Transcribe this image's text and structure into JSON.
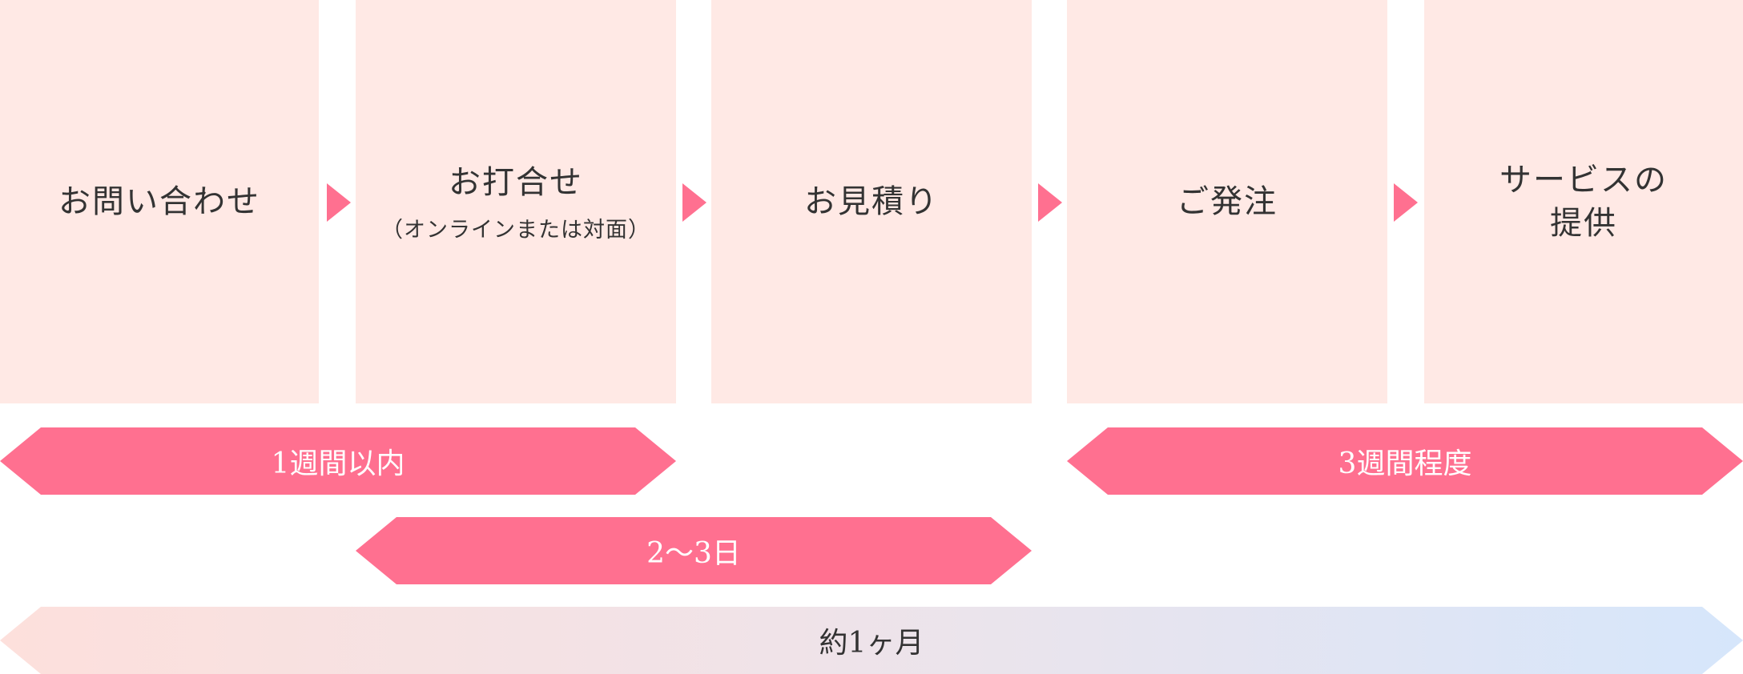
{
  "steps": [
    {
      "title": "お問い合わせ"
    },
    {
      "title": "お打合せ",
      "sub": "（オンラインまたは対面）"
    },
    {
      "title": "お見積り"
    },
    {
      "title": "ご発注"
    },
    {
      "title_line1": "サービスの",
      "title_line2": "提供"
    }
  ],
  "durations": {
    "inquiry_to_meeting": "1週間以内",
    "meeting_to_estimate": "2〜3日",
    "order_to_service": "3週間程度",
    "total": "約1ヶ月"
  },
  "colors": {
    "box": "#ffe9e5",
    "accent": "#ff7090",
    "text": "#333333"
  }
}
